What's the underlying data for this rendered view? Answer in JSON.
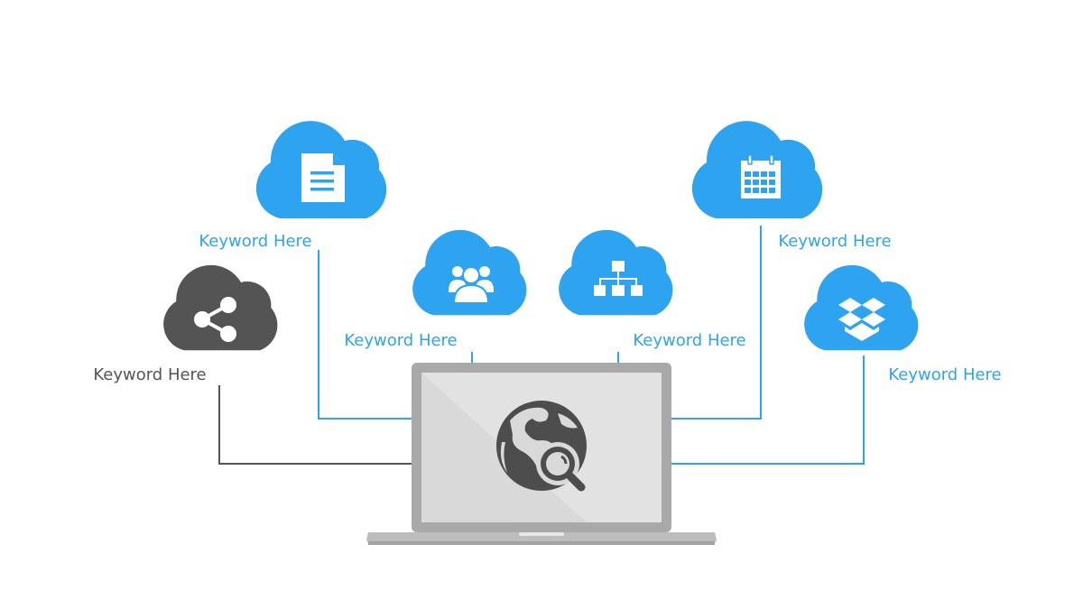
{
  "colors": {
    "blue": "#2ea3ef",
    "dark": "#545454",
    "line_blue": "#2ea3ef",
    "line_dark": "#555555",
    "laptop_bezel": "#a6a6a6",
    "laptop_screen": "#dcdcdc",
    "laptop_base": "#bfbfbf"
  },
  "center": {
    "icon": "globe-search-icon"
  },
  "nodes": [
    {
      "id": "document",
      "icon": "document-icon",
      "label": "Keyword Here",
      "color": "#2ea3ef",
      "label_color": "#2ea3ef"
    },
    {
      "id": "users",
      "icon": "users-icon",
      "label": "Keyword Here",
      "color": "#2ea3ef",
      "label_color": "#2ea3ef"
    },
    {
      "id": "hierarchy",
      "icon": "hierarchy-icon",
      "label": "Keyword Here",
      "color": "#2ea3ef",
      "label_color": "#2ea3ef"
    },
    {
      "id": "calendar",
      "icon": "calendar-icon",
      "label": "Keyword Here",
      "color": "#2ea3ef",
      "label_color": "#2ea3ef"
    },
    {
      "id": "share",
      "icon": "share-icon",
      "label": "Keyword Here",
      "color": "#545454",
      "label_color": "#545454"
    },
    {
      "id": "dropbox",
      "icon": "dropbox-icon",
      "label": "Keyword Here",
      "color": "#2ea3ef",
      "label_color": "#2ea3ef"
    }
  ]
}
